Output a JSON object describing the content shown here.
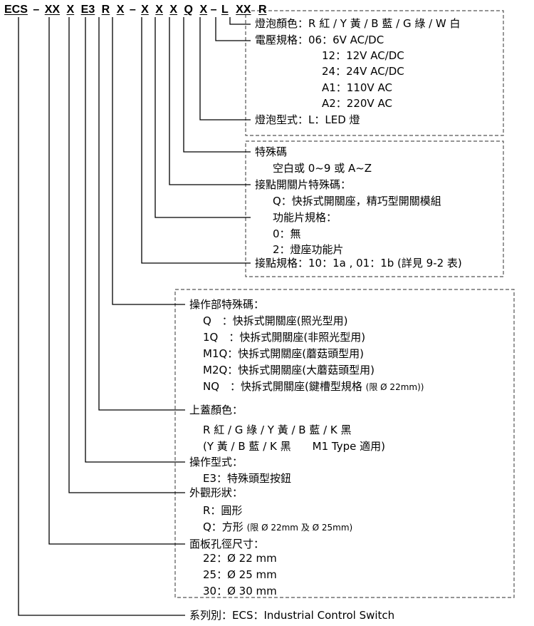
{
  "code": {
    "segments": [
      "ECS",
      "–",
      "XX",
      "X",
      "E3",
      "R",
      "X",
      "–",
      "X",
      "X",
      "X",
      "Q",
      "X",
      "–",
      "L",
      "XX",
      "R"
    ]
  },
  "box1": {
    "bulb_color": "燈泡顏色：R 紅 / Y 黃 / B 藍 / G 綠 / W 白",
    "voltage_label": "電壓規格：06：6V AC/DC",
    "voltage_12": "12：12V AC/DC",
    "voltage_24": "24：24V AC/DC",
    "voltage_a1": "A1：110V AC",
    "voltage_a2": "A2：220V AC",
    "bulb_type": "燈泡型式：L：LED 燈"
  },
  "box2": {
    "special_code": "特殊碼",
    "special_code_desc": "空白或 0~9 或 A~Z",
    "contact_special": "接點開關片特殊碼：",
    "contact_special_q": "Q：快拆式開關座，精巧型開關模組",
    "function_spec": "功能片規格：",
    "function_0": "0：無",
    "function_2": "2：燈座功能片",
    "contact_spec": "接點規格：10：1a , 01：1b (詳見 9-2 表)"
  },
  "box3": {
    "op_special": "操作部特殊碼：",
    "op_q": "Q　：快拆式開關座(照光型用)",
    "op_1q": "1Q　：快拆式開關座(非照光型用)",
    "op_m1q": "M1Q：快拆式開關座(蘑菇頭型用)",
    "op_m2q": "M2Q：快拆式開關座(大蘑菇頭型用)",
    "op_nq": "NQ　：快拆式開關座(鍵槽型規格",
    "op_nq_note": "(限 Ø 22mm))",
    "cover_color": "上蓋顏色：",
    "cover_colors": "R 紅 / G 綠 / Y 黃 / B 藍 / K 黑",
    "cover_colors_m1": "(Y 黃 / B 藍 / K 黑　　M1 Type 適用)",
    "op_type": "操作型式：",
    "op_type_e3": "E3：特殊頭型按鈕",
    "shape": "外觀形狀：",
    "shape_r": "R：圓形",
    "shape_q": "Q：方形",
    "shape_q_note": "(限 Ø 22mm 及 Ø 25mm)",
    "panel_hole": "面板孔徑尺寸：",
    "hole_22": "22：Ø 22 mm",
    "hole_25": "25：Ø 25 mm",
    "hole_30": "30：Ø 30 mm"
  },
  "series": "系列別：ECS：Industrial Control Switch",
  "colors": {
    "line": "#000000",
    "box_border": "#555555",
    "background": "#ffffff"
  }
}
